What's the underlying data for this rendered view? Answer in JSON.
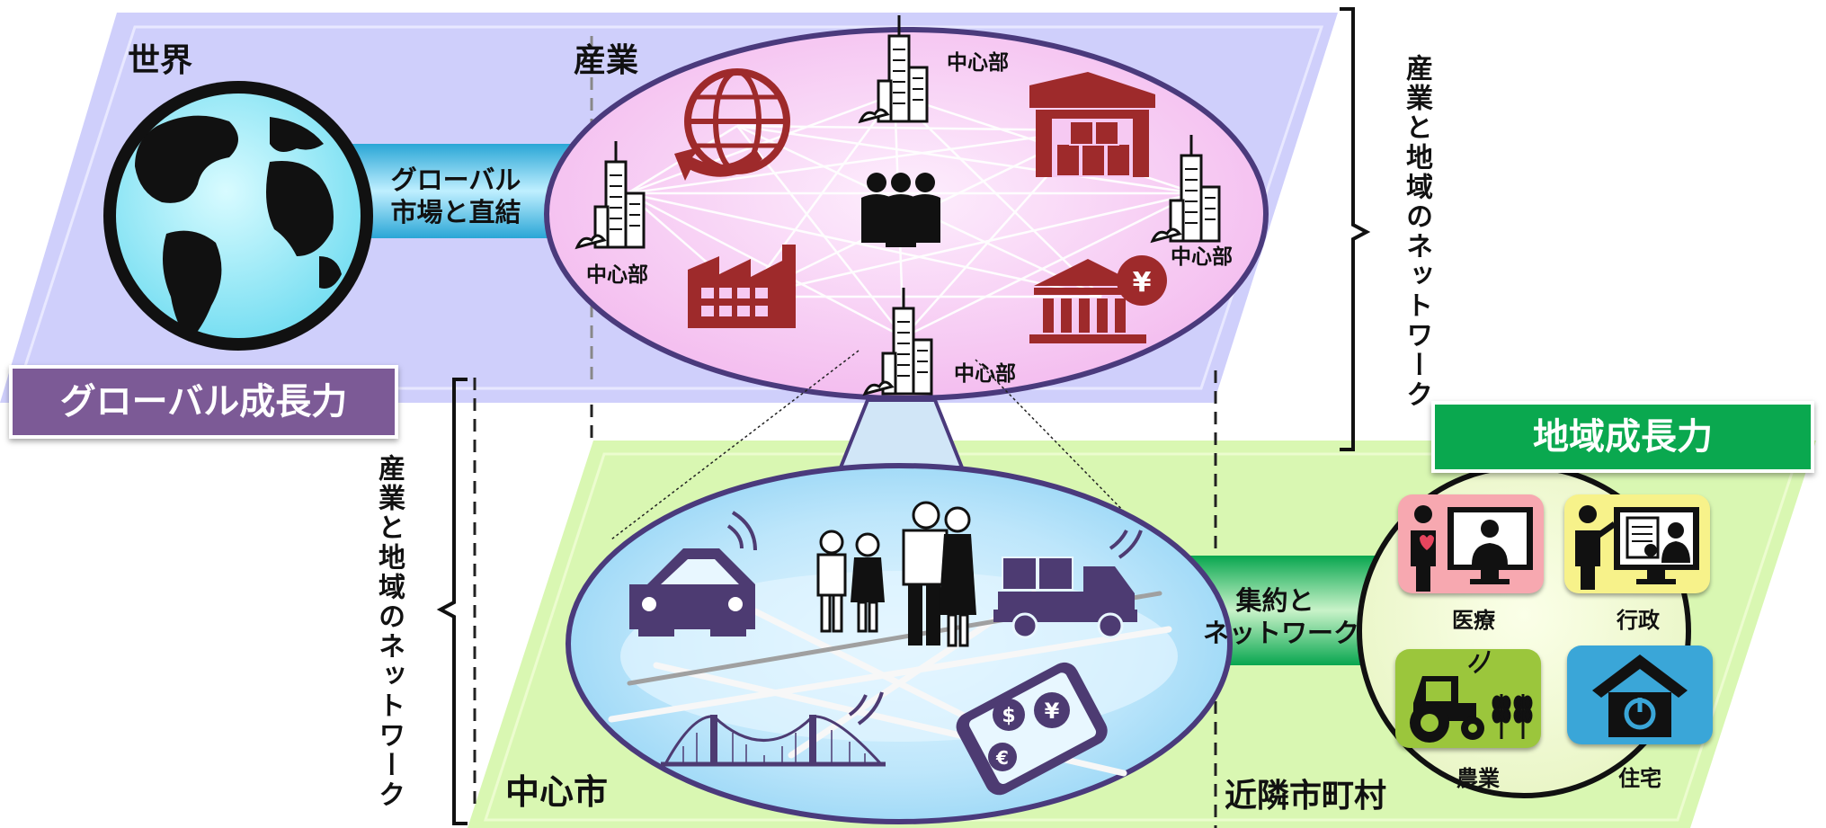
{
  "labels": {
    "world": "世界",
    "industry": "産業",
    "global_link": [
      "グローバル",
      "市場と直結"
    ],
    "center_part": "中心部",
    "industry_region_network": "産業と地域のネットワーク",
    "central_city": "中心市",
    "neighbor_municipalities": "近隣市町村",
    "consolidation_network": [
      "集約と",
      "ネットワーク"
    ]
  },
  "badges": {
    "global_growth": {
      "text": "グローバル成長力",
      "color": "#7c5a96"
    },
    "regional_growth": {
      "text": "地域成長力",
      "color": "#0aa84f"
    }
  },
  "services": [
    {
      "label": "医療",
      "color": "#f7a8b0"
    },
    {
      "label": "行政",
      "color": "#f7f28a"
    },
    {
      "label": "農業",
      "color": "#9bc63c"
    },
    {
      "label": "住宅",
      "color": "#3aa6d8"
    }
  ],
  "colors": {
    "upper_plane": "#cfcffb",
    "lower_plane": "#d9f7b2",
    "industry_ellipse": "#f6c9f2",
    "city_ellipse": "#bfe6fb",
    "icon_red": "#9e2a2b",
    "icon_purple": "#4d3b72"
  }
}
